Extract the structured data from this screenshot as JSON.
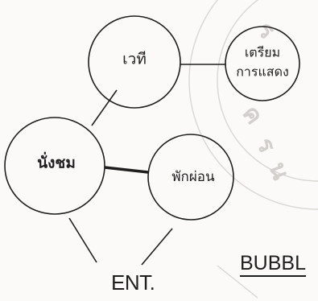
{
  "diagram": {
    "nodes": [
      {
        "id": "stage",
        "label": "เวที"
      },
      {
        "id": "prepare",
        "label_line1": "เตรียม",
        "label_line2": "การแสดง"
      },
      {
        "id": "seating",
        "label": "นั่งชม"
      },
      {
        "id": "rest",
        "label": "พักผ่อน"
      }
    ],
    "edges": [
      {
        "from": "stage",
        "to": "prepare"
      },
      {
        "from": "stage",
        "to": "seating"
      },
      {
        "from": "seating",
        "to": "rest"
      },
      {
        "from": "seating",
        "to": "ent"
      },
      {
        "from": "rest",
        "to": "ent"
      }
    ],
    "ent_label": "ENT.",
    "caption": "BUBBL"
  },
  "colors": {
    "ink": "#1e1e1e",
    "paper": "#fbfaf8",
    "watermark": "#d2cfcc"
  }
}
